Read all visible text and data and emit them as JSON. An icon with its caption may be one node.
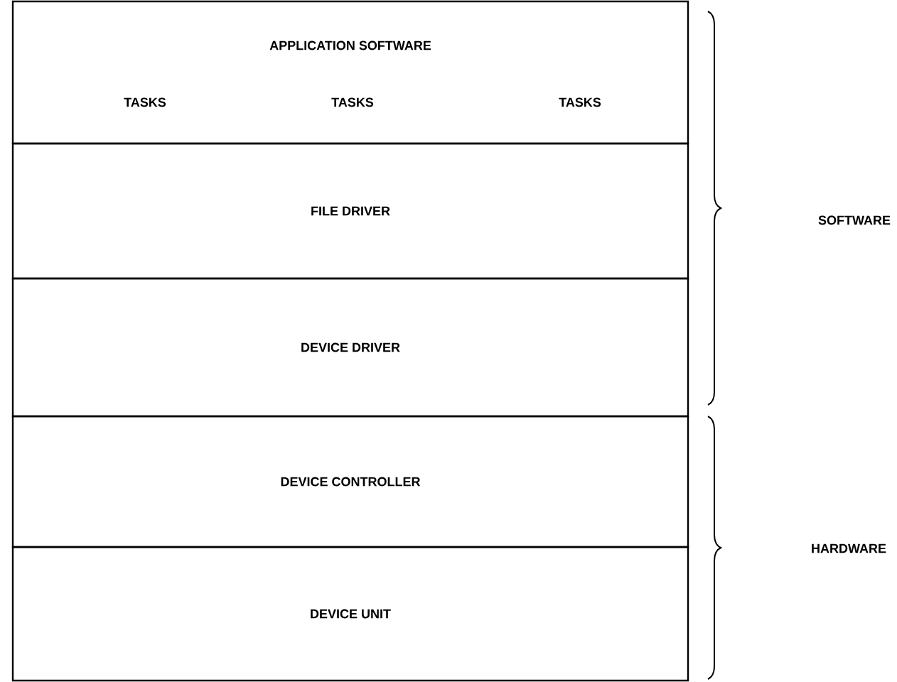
{
  "diagram": {
    "nodes": [
      {
        "text": [
          "APPLICATION SOFTWARE",
          "TASKS",
          "TASKS",
          "TASKS"
        ]
      },
      {
        "text": [
          "FILE DRIVER"
        ]
      },
      {
        "text": [
          "DEVICE DRIVER"
        ]
      },
      {
        "text": [
          "DEVICE CONTROLLER"
        ]
      },
      {
        "text": [
          "DEVICE UNIT"
        ]
      }
    ],
    "labels": [
      "SOFTWARE",
      "HARDWARE"
    ]
  }
}
